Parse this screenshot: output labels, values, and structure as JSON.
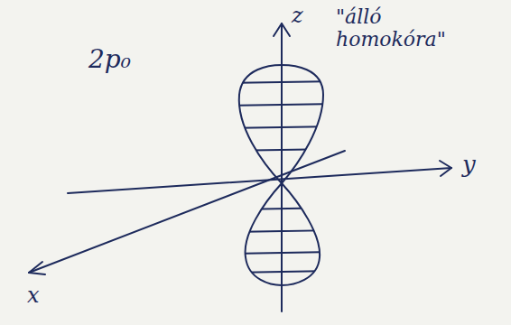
{
  "diagram": {
    "labels": [
      "z",
      "\"álló homokóra\"",
      "2p₀",
      "y",
      "x"
    ]
  }
}
